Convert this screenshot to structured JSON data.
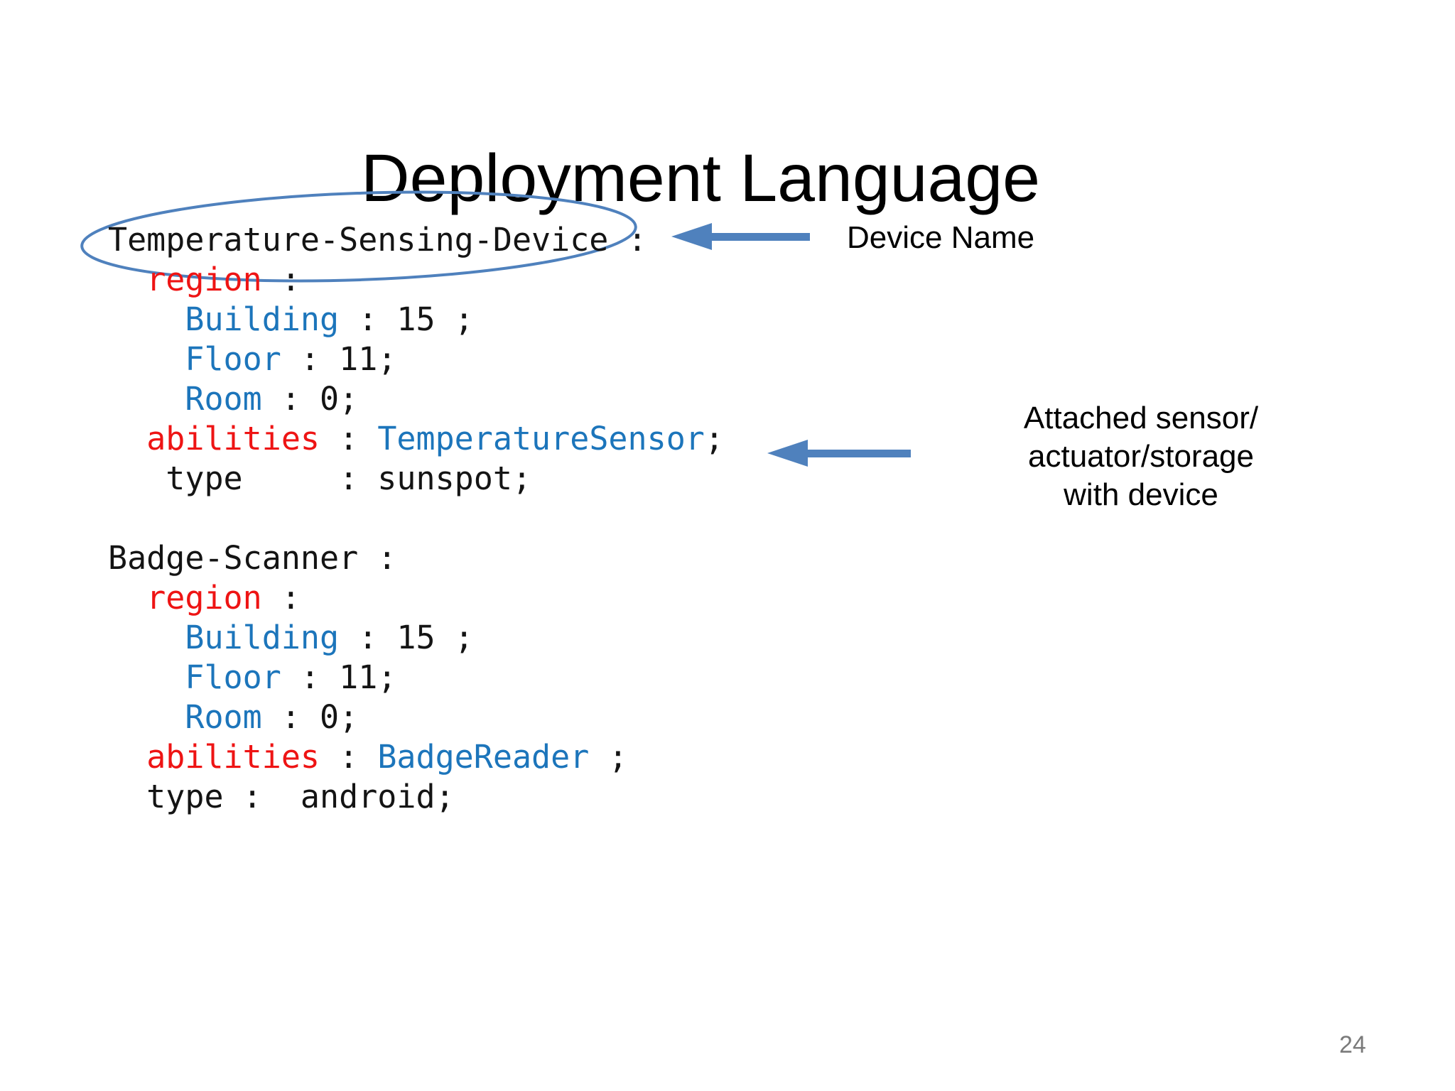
{
  "title": "Deployment Language",
  "page_number": "24",
  "annotations": {
    "device_name": "Device Name",
    "attached_lines": [
      "Attached  sensor/",
      "actuator/storage",
      "with device"
    ]
  },
  "colors": {
    "accent_blue": "#4f81bd",
    "code_red": "#ee1414",
    "code_blue": "#1c75bb",
    "code_black": "#141414",
    "page_number_gray": "#7a7a7a"
  },
  "code": {
    "lines": [
      [
        [
          "k",
          "Temperature-Sensing-Device :"
        ]
      ],
      [
        [
          "k",
          "  "
        ],
        [
          "r",
          "region"
        ],
        [
          "k",
          " :"
        ]
      ],
      [
        [
          "k",
          "    "
        ],
        [
          "b",
          "Building"
        ],
        [
          "k",
          " : 15 ;"
        ]
      ],
      [
        [
          "k",
          "    "
        ],
        [
          "b",
          "Floor"
        ],
        [
          "k",
          " : 11;"
        ]
      ],
      [
        [
          "k",
          "    "
        ],
        [
          "b",
          "Room"
        ],
        [
          "k",
          " : 0;"
        ]
      ],
      [
        [
          "k",
          "  "
        ],
        [
          "r",
          "abilities"
        ],
        [
          "k",
          " : "
        ],
        [
          "b",
          "TemperatureSensor"
        ],
        [
          "k",
          ";"
        ]
      ],
      [
        [
          "k",
          "   type     : sunspot;"
        ]
      ],
      [],
      [
        [
          "k",
          "Badge-Scanner :"
        ]
      ],
      [
        [
          "k",
          "  "
        ],
        [
          "r",
          "region"
        ],
        [
          "k",
          " :"
        ]
      ],
      [
        [
          "k",
          "    "
        ],
        [
          "b",
          "Building"
        ],
        [
          "k",
          " : 15 ;"
        ]
      ],
      [
        [
          "k",
          "    "
        ],
        [
          "b",
          "Floor"
        ],
        [
          "k",
          " : 11;"
        ]
      ],
      [
        [
          "k",
          "    "
        ],
        [
          "b",
          "Room"
        ],
        [
          "k",
          " : 0;"
        ]
      ],
      [
        [
          "k",
          "  "
        ],
        [
          "r",
          "abilities"
        ],
        [
          "k",
          " : "
        ],
        [
          "b",
          "BadgeReader"
        ],
        [
          "k",
          " ;"
        ]
      ],
      [
        [
          "k",
          "  type :  android;"
        ]
      ]
    ]
  }
}
